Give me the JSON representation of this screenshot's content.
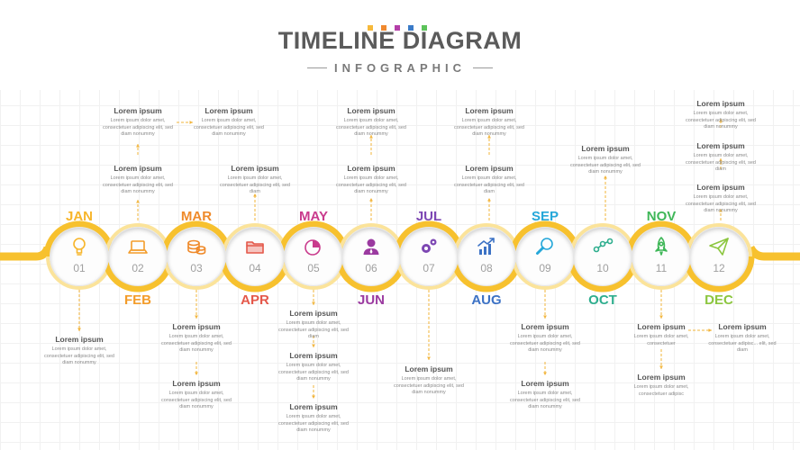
{
  "header": {
    "title": "TIMELINE DIAGRAM",
    "subtitle": "INFOGRAPHIC",
    "squares": [
      "#f6b93b",
      "#f0892e",
      "#b43fa8",
      "#3a7bc8",
      "#5cc35a"
    ]
  },
  "track_color": "#f7c12e",
  "months": [
    {
      "label": "JAN",
      "num": "01",
      "color": "#f7b52a",
      "icon": "lightbulb-icon"
    },
    {
      "label": "FEB",
      "num": "02",
      "color": "#f39c2a",
      "icon": "laptop-icon"
    },
    {
      "label": "MAR",
      "num": "03",
      "color": "#ef8a2a",
      "icon": "coins-icon"
    },
    {
      "label": "APR",
      "num": "04",
      "color": "#e4584a",
      "icon": "folder-icon"
    },
    {
      "label": "MAY",
      "num": "05",
      "color": "#c93a8c",
      "icon": "pie-chart-icon"
    },
    {
      "label": "JUN",
      "num": "06",
      "color": "#9b3aa0",
      "icon": "user-icon"
    },
    {
      "label": "JUL",
      "num": "07",
      "color": "#7d47b3",
      "icon": "gears-icon"
    },
    {
      "label": "AUG",
      "num": "08",
      "color": "#3c72c5",
      "icon": "growth-chart-icon"
    },
    {
      "label": "SEP",
      "num": "09",
      "color": "#25a7d9",
      "icon": "magnifier-icon"
    },
    {
      "label": "OCT",
      "num": "10",
      "color": "#2eae8e",
      "icon": "share-icon"
    },
    {
      "label": "NOV",
      "num": "11",
      "color": "#3fb758",
      "icon": "rocket-icon"
    },
    {
      "label": "DEC",
      "num": "12",
      "color": "#8cc63f",
      "icon": "paper-plane-icon"
    }
  ],
  "note_text": {
    "heading": "Lorem ipsum",
    "body_a": "Lorem ipsum dolor amet, consectetuer adipiscing elit, sed diam nonummy",
    "body_b": "Lorem ipsum dolor amet, consectetuer adipiscing elit, sed diam",
    "body_c": "Lorem ipsum dolor amet, consectetuer",
    "body_d": "Lorem ipsum dolor amet, consectetuer adipisc",
    "body_e": "Lorem ipsum dolor amet, consectetuer adipisc... elit, sed diam"
  }
}
